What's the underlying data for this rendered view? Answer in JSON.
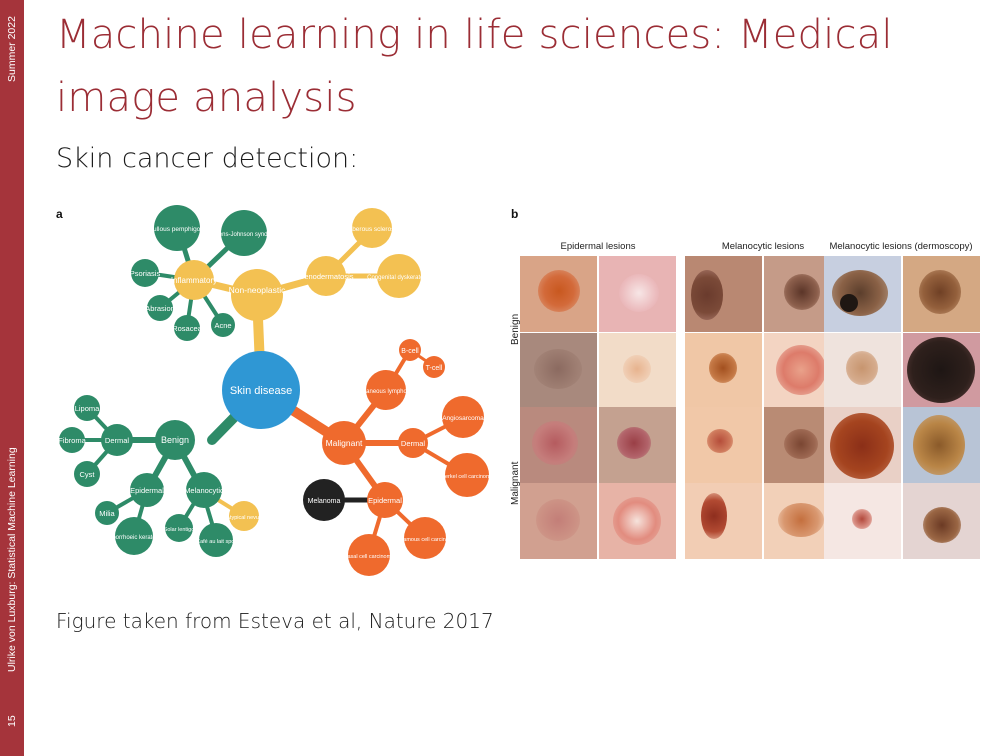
{
  "sidebar": {
    "date": "Summer 2022",
    "author_course": "Ulrike von Luxburg: Statistical Machine Learning",
    "page_number": "15",
    "color": "#a5343b"
  },
  "slide": {
    "title": "Machine learning in life sciences: Medical image analysis",
    "subtitle": "Skin cancer detection:",
    "caption": "Figure taken from Esteva et al, Nature 2017"
  },
  "figure": {
    "panel_a_label": "a",
    "panel_b_label": "b",
    "colors": {
      "green": "#2e8b68",
      "yellow": "#f3c152",
      "orange": "#ef6a2d",
      "blue": "#2f97d4",
      "black": "#222222"
    },
    "tree": {
      "root": "Skin disease",
      "non_neoplastic": "Non-neoplastic",
      "inflammatory": "Inflammatory",
      "genodermatosis": "Genodermatosis",
      "tuberous_sclerosis": "Tuberous sclerosis",
      "congenital_dyskeratosis": "Congenital dyskeratosis",
      "bullous_pemphigoid": "Bullous pemphigoid",
      "stevens_johnson": "Stevens-Johnson syndrome",
      "psoriasis": "Psoriasis",
      "abrasion": "Abrasion",
      "rosacea": "Rosacea",
      "acne": "Acne",
      "benign": "Benign",
      "dermal_benign": "Dermal",
      "lipoma": "Lipoma",
      "fibroma": "Fibroma",
      "cyst": "Cyst",
      "epidermal_benign": "Epidermal",
      "melanocytic": "Melanocytic",
      "milia": "Milia",
      "seborrhoeic_keratosis": "Seborrhoeic keratosis",
      "solar_lentigo": "Solar lentigo",
      "cafe_au_lait": "Café au lait spot",
      "atypical_nevus": "Atypical nevus",
      "malignant": "Malignant",
      "cutaneous_lymphoma": "Cutaneous lymphoma",
      "b_cell": "B-cell",
      "t_cell": "T-cell",
      "dermal_malignant": "Dermal",
      "angiosarcoma": "Angiosarcoma",
      "merkel_cell": "Merkel cell carcinoma",
      "epidermal_malignant": "Epidermal",
      "squamous_cell": "Squamous cell carcinoma",
      "basal_cell": "Basal cell carcinoma",
      "melanoma": "Melanoma"
    },
    "grid": {
      "columns": [
        "Epidermal lesions",
        "Melanocytic lesions",
        "Melanocytic lesions (dermoscopy)"
      ],
      "rows": [
        "Benign",
        "Malignant"
      ]
    }
  }
}
